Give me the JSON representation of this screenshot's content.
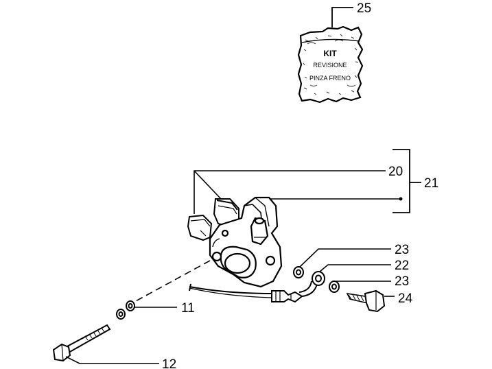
{
  "kit_bag": {
    "line1": "KIT",
    "line2": "REVISIONE",
    "line3": "PINZA FRENO"
  },
  "callouts": {
    "c25": "25",
    "c20": "20",
    "c21": "21",
    "c23a": "23",
    "c22": "22",
    "c23b": "23",
    "c24": "24",
    "c11": "11",
    "c12": "12"
  },
  "colors": {
    "ink": "#000000",
    "paper": "#ffffff",
    "bag_shade": "#bdbdbd"
  }
}
